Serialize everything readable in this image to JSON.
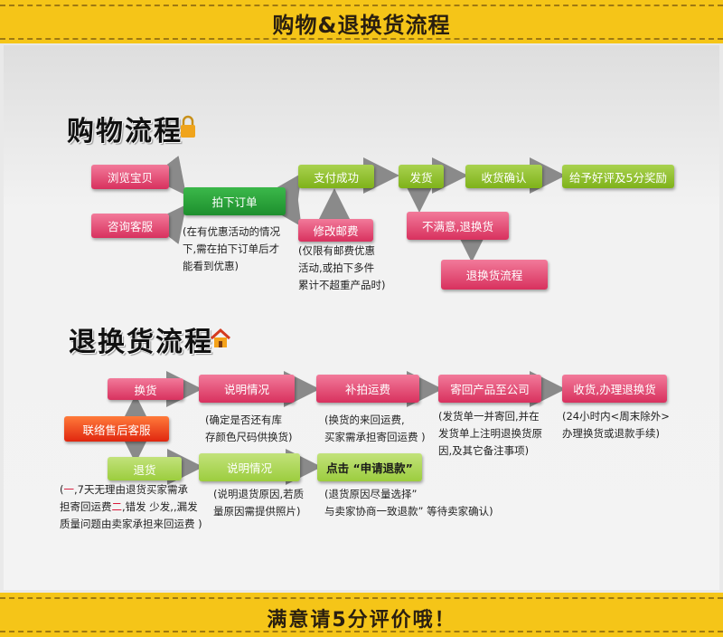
{
  "header": {
    "title": "购物&退换货流程"
  },
  "footer": {
    "text": "满意请5分评价哦！"
  },
  "shopping": {
    "heading": "购物流程",
    "browse": "浏览宝贝",
    "consult": "咨询客服",
    "order": "拍下订单",
    "pay": "支付成功",
    "ship": "发货",
    "confirm": "收货确认",
    "review": "给予好评及5分奖励",
    "modify_postage": "修改邮费",
    "unsatisfied": "不满意,退换货",
    "return_flow": "退换货流程",
    "note_order": [
      "(在有优惠活动的情况",
      "下,需在拍下订单后才",
      "能看到优惠)"
    ],
    "note_postage": [
      "(仅限有邮费优惠",
      "活动,或拍下多件",
      "累计不超重产品时)"
    ]
  },
  "returns": {
    "heading": "退换货流程",
    "contact": "联络售后客服",
    "exchange": "换货",
    "explain1": "说明情况",
    "repay_shipping": "补拍运费",
    "send_back": "寄回产品至公司",
    "receive": "收货,办理退换货",
    "refund": "退货",
    "explain2": "说明情况",
    "apply": "点击 “申请退款”",
    "note_explain1": [
      "(确定是否还有库",
      "存颜色尺码供换货)"
    ],
    "note_repay": [
      "(换货的来回运费,",
      "买家需承担寄回运费 )"
    ],
    "note_send": [
      "(发货单一并寄回,并在",
      "发货单上注明退换货原",
      "因,及其它备注事项)"
    ],
    "note_receive": [
      "(24小时内<周末除外>",
      "办理换货或退款手续)"
    ],
    "note_refund_a": "(",
    "note_refund_1": "一",
    "note_refund_b": ",7天无理由退货买家需承",
    "note_refund_c": "担寄回运费",
    "note_refund_2": "二",
    "note_refund_d": ",错发 少发,,漏发",
    "note_refund_e": "质量问题由卖家承担来回运费 )",
    "note_explain2": [
      "(说明退货原因,若质",
      "量原因需提供照片)"
    ],
    "note_apply": [
      "(退货原因尽量选择”",
      "与卖家协商一致退款”  等待卖家确认)"
    ]
  },
  "colors": {
    "band": "#f5c518",
    "pink": "#d8315e",
    "green": "#7fb21a",
    "dark_green": "#1d8f2d",
    "red": "#e0260f"
  }
}
